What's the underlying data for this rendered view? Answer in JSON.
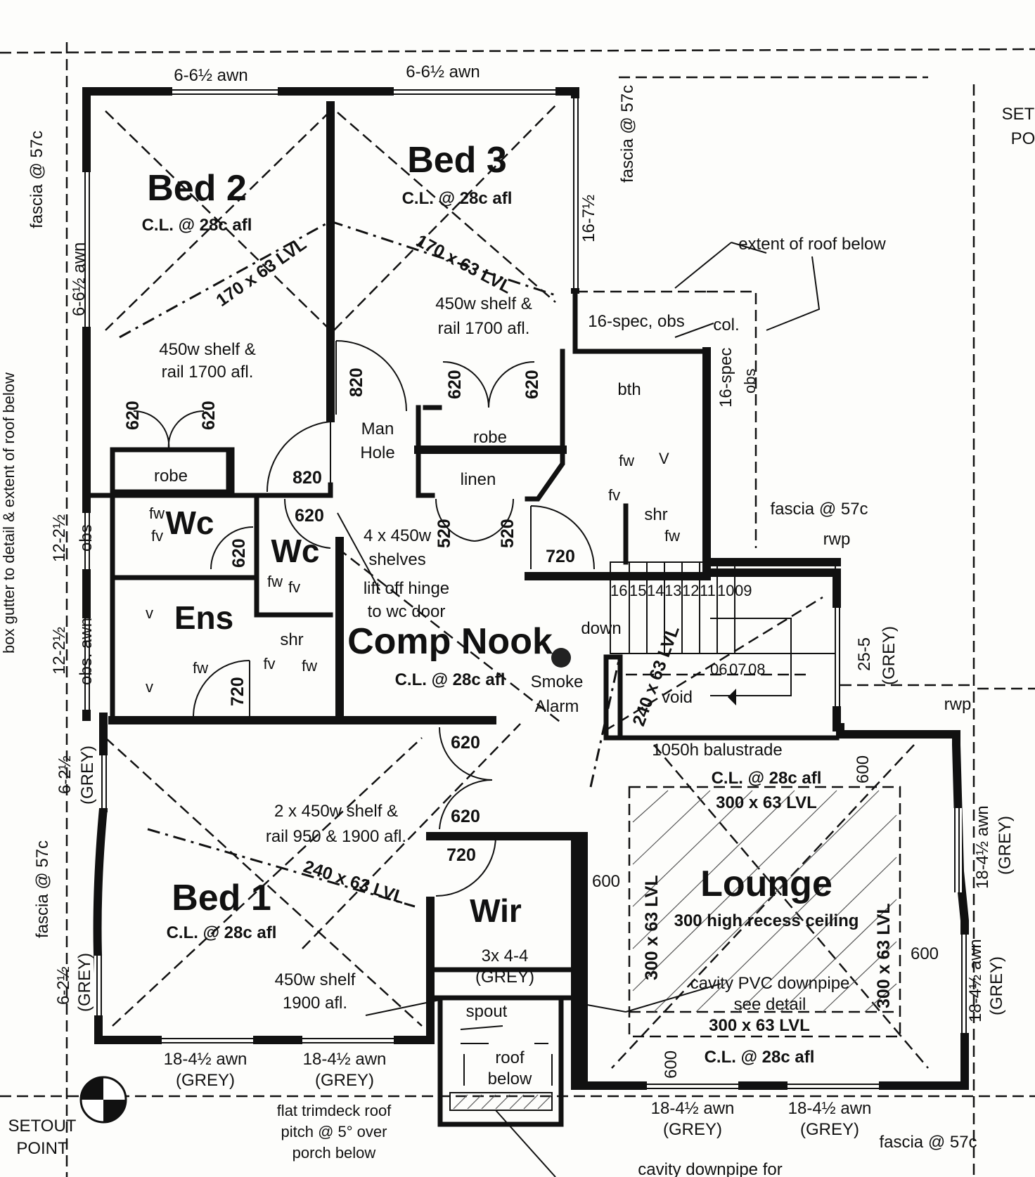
{
  "rooms": {
    "bed2": {
      "name": "Bed 2",
      "ceiling": "C.L. @ 28c afl",
      "shelf": "450w shelf &",
      "shelf2": "rail 1700 afl.",
      "robe": "robe",
      "beam": "170 x 63 LVL"
    },
    "bed3": {
      "name": "Bed 3",
      "ceiling": "C.L. @ 28c afl",
      "shelf": "450w shelf &",
      "shelf2": "rail 1700 afl.",
      "robe": "robe",
      "beam": "170 x 63 LVL"
    },
    "bed1": {
      "name": "Bed 1",
      "ceiling": "C.L. @ 28c afl",
      "shelf": "2 x 450w shelf &",
      "shelf2": "rail 950 & 1900 afl.",
      "beam": "240 x 63 LVL",
      "shelf3": "450w shelf",
      "shelf4": "1900 afl."
    },
    "wir": {
      "name": "Wir",
      "size": "3x 4-4",
      "grey": "(GREY)"
    },
    "comp_nook": {
      "name": "Comp Nook",
      "ceiling": "C.L. @ 28c afl",
      "smoke1": "Smoke",
      "smoke2": "Alarm"
    },
    "lounge": {
      "name": "Lounge",
      "recess": "300 high recess ceiling",
      "ceiling_top": "C.L. @ 28c afl",
      "beam_top": "300 x 63 LVL",
      "ceiling_bottom": "C.L. @ 28c afl",
      "beam_bottom": "300 x 63 LVL",
      "beam_left": "300 x 63 LVL",
      "beam_right": "300 x 63 LVL",
      "downpipe1": "cavity PVC downpipe",
      "downpipe2": "see detail"
    },
    "ens": {
      "name": "Ens",
      "shr": "shr",
      "fw": "fw",
      "fw2": "fw",
      "fv": "fv",
      "v": "v"
    },
    "wc1": {
      "name": "Wc",
      "fw": "fw",
      "fv": "fv"
    },
    "wc2": {
      "name": "Wc",
      "fw": "fw",
      "fv": "fv"
    },
    "bath": {
      "bth": "bth",
      "shr": "shr",
      "fw": "fw",
      "fw2": "fw",
      "fv": "fv",
      "v": "V"
    },
    "linen": "linen",
    "man_hole1": "Man",
    "man_hole2": "Hole",
    "void": "void",
    "stair_down": "down",
    "stair_top": [
      "16",
      "15",
      "14",
      "13",
      "12",
      "11",
      "10",
      "09"
    ],
    "stair_bottom": [
      "06",
      "07",
      "08"
    ],
    "stair_beam": "240 x 63 LVL"
  },
  "doors": {
    "d620_bed2_a": "620",
    "d620_bed2_b": "620",
    "d820_bed2": "820",
    "d820_bed3": "820",
    "d620_bed3_a": "620",
    "d620_bed3_b": "620",
    "d620_wc2": "620",
    "d620_wc1": "620",
    "d520_a": "520",
    "d520_b": "520",
    "d720_bath": "720",
    "d720_ens": "720",
    "d620_nook": "620",
    "d620_bed1": "620",
    "d720_wir": "720",
    "d600_top": "600",
    "d600_left": "600",
    "d600_right": "600",
    "d600_bottom": "600"
  },
  "notes": {
    "shelves1": "4 x 450w",
    "shelves2": "shelves",
    "hinge1": "lift off hinge",
    "hinge2": "to wc door",
    "balustrade": "1050h balustrade",
    "extent_roof": "extent of roof below",
    "spec_obs": "16-spec, obs",
    "col": "col.",
    "spec16": "16-spec",
    "obs_vert": "obs",
    "fascia_right": "fascia @ 57c",
    "fascia_bottom": "fascia @ 57c",
    "fascia_top": "fascia @ 57c",
    "fascia_left_top": "fascia @ 57c",
    "fascia_left_bottom": "fascia @ 57c",
    "rwp1": "rwp",
    "rwp2": "rwp",
    "spout": "spout",
    "roof_below1": "roof",
    "roof_below2": "below",
    "trimdeck1": "flat trimdeck roof",
    "trimdeck2": "pitch @ 5° over",
    "trimdeck3": "porch below",
    "cavity_downpipe": "cavity downpipe for",
    "setout_left1": "SETOUT",
    "setout_left2": "POINT",
    "setout_right1": "SET",
    "setout_right2": "PO",
    "box_gutter": "box gutter to detail & extent of roof below"
  },
  "windows": {
    "top1": "6-6½ awn",
    "top2": "6-6½ awn",
    "left_bed2": "6-6½ awn",
    "bed3_right": "16-7½",
    "wc_obs_a": "12-2½",
    "wc_obs_b": "obs",
    "ens_obs_a": "12-2½",
    "ens_obs_b": "obs. awn",
    "left_grey_a": "6-2½",
    "left_grey_b": "(GREY)",
    "bed1_left_a": "6-2½",
    "bed1_left_b": "(GREY)",
    "bot1_a": "18-4½ awn",
    "bot1_b": "(GREY)",
    "bot2_a": "18-4½ awn",
    "bot2_b": "(GREY)",
    "bot3_a": "18-4½ awn",
    "bot3_b": "(GREY)",
    "bot4_a": "18-4½ awn",
    "bot4_b": "(GREY)",
    "right1_a": "18-4½ awn",
    "right1_b": "(GREY)",
    "right2_a": "18-4½ awn",
    "right2_b": "(GREY)",
    "stair_win_a": "25-5",
    "stair_win_b": "(GREY)"
  }
}
